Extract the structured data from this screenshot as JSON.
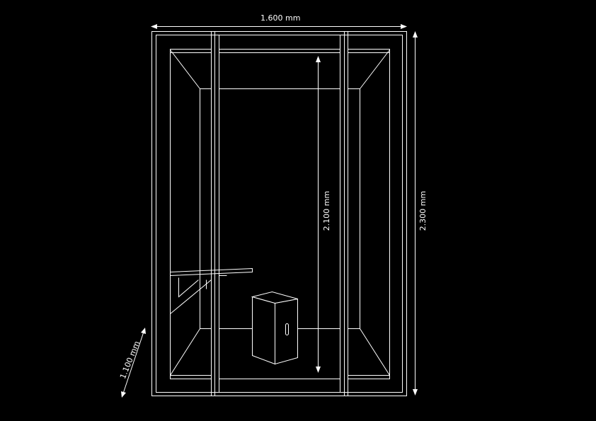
{
  "dimensions": {
    "width_label": "1.600 mm",
    "inner_height_label": "2.100 mm",
    "outer_height_label": "2.300 mm",
    "depth_label": "1.100 mm"
  },
  "colors": {
    "background": "#000000",
    "line": "#ffffff"
  }
}
